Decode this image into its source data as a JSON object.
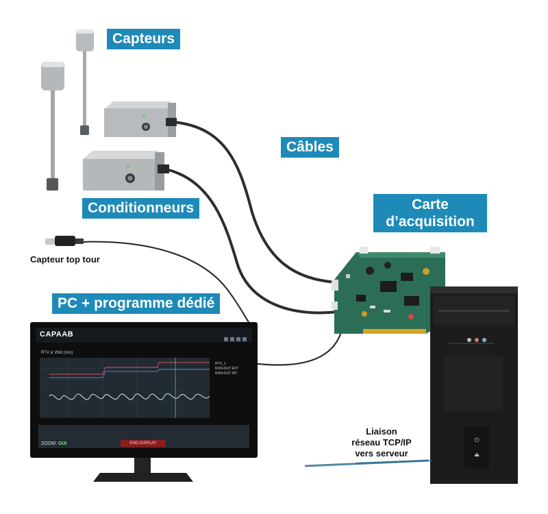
{
  "labels": {
    "sensors": "Capteurs",
    "cables": "Câbles",
    "conditioners": "Conditionneurs",
    "acquisition_card_line1": "Carte",
    "acquisition_card_line2": "d’acquisition",
    "top_tour_sensor": "Capteur top tour",
    "pc": "PC + programme dédié",
    "link_line1": "Liaison",
    "link_line2": "réseau TCP/IP",
    "link_line3": "vers serveur"
  },
  "software": {
    "logo": "CAPAAB",
    "plot_title": "RTV & Vbiti (m/s)",
    "legend": [
      "RTV_1",
      "RUN-OUT EXT",
      "RUN-OUT INT"
    ],
    "zoom_label": "ZOOM:",
    "zoom_value": "OUI",
    "end_button": "END DISPLAY"
  },
  "colors": {
    "tag_background": "#1e8ab8",
    "tag_text": "#ffffff",
    "screen_background": "#1b2128",
    "trace_red": "#d8535b",
    "trace_blue": "#5b7fd8",
    "trace_white": "#e6e6e6",
    "end_button": "#8d1c1c",
    "zoom_value": "#7fe07f",
    "network_line": "#2b6a8f"
  }
}
